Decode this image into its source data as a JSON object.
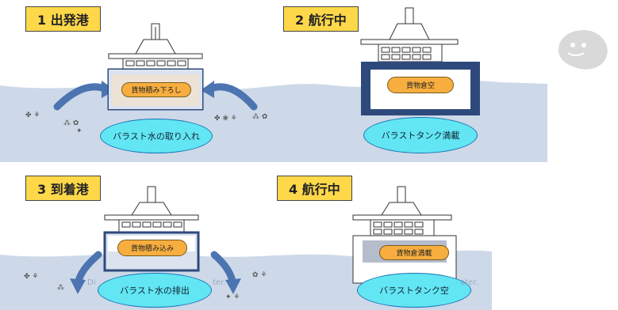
{
  "panels": [
    {
      "label": "1 出発港",
      "cargo": "貨物積み下ろし",
      "ballast": "バラスト水の取り入れ"
    },
    {
      "label": "2 航行中",
      "cargo": "貨物倉空",
      "ballast": "バラストタンク満載"
    },
    {
      "label": "3 到着港",
      "cargo": "貨物積み込み",
      "ballast": "バラスト水の排出"
    },
    {
      "label": "4 航行中",
      "cargo": "貨物倉満載",
      "ballast": "バラストタンク空"
    }
  ],
  "faint_text": {
    "p3": "Di",
    "p3b": "ter.",
    "p4": "ater."
  },
  "colors": {
    "water": "#c9d6e6",
    "ballast": "#2e4a7d",
    "label_bg": "#ffd84a",
    "pill": "#f7ae3f",
    "ellipse": "#62e6f3"
  }
}
